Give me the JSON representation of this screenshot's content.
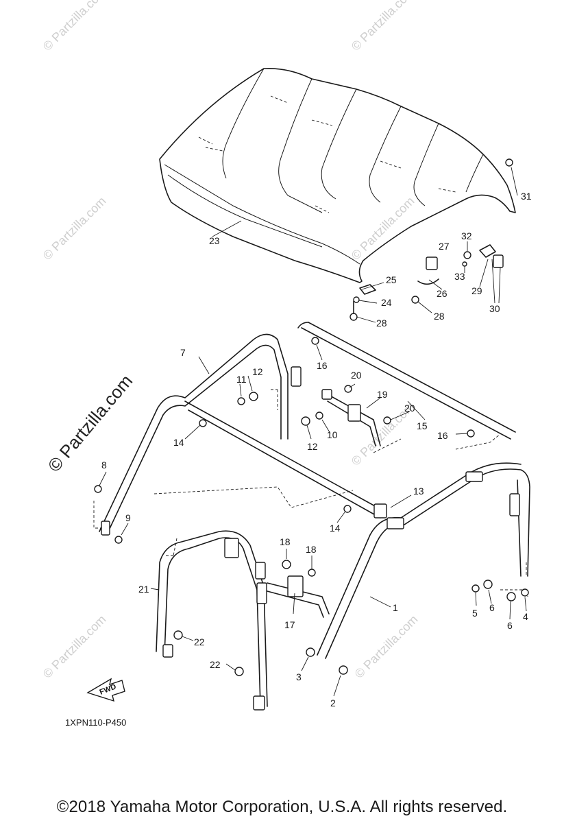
{
  "watermarks": {
    "small": "© Partzilla.com",
    "large": "© Partzilla.com"
  },
  "fwd_arrow_label": "FWD",
  "diagram_code": "1XPN110-P450",
  "copyright": "©2018 Yamaha Motor Corporation, U.S.A. All rights reserved.",
  "callouts": {
    "c1": "1",
    "c2": "2",
    "c3": "3",
    "c4": "4",
    "c5": "5",
    "c6a": "6",
    "c6b": "6",
    "c7": "7",
    "c8": "8",
    "c9": "9",
    "c10": "10",
    "c11": "11",
    "c12a": "12",
    "c12b": "12",
    "c13": "13",
    "c14a": "14",
    "c14b": "14",
    "c15": "15",
    "c16a": "16",
    "c16b": "16",
    "c17": "17",
    "c18a": "18",
    "c18b": "18",
    "c19": "19",
    "c20a": "20",
    "c20b": "20",
    "c21": "21",
    "c22a": "22",
    "c22b": "22",
    "c23": "23",
    "c24": "24",
    "c25": "25",
    "c26": "26",
    "c27": "27",
    "c28a": "28",
    "c28b": "28",
    "c29": "29",
    "c30": "30",
    "c31": "31",
    "c32": "32",
    "c33": "33"
  }
}
